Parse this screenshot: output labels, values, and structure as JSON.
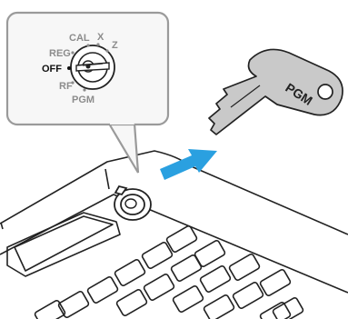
{
  "dial": {
    "labels": {
      "cal": "CAL",
      "x": "X",
      "z": "Z",
      "reg": "REG",
      "off": "OFF",
      "rf": "RF",
      "pgm": "PGM"
    },
    "selected_position": "OFF"
  },
  "key": {
    "label": "PGM"
  },
  "colors": {
    "arrow": "#2aa0e0",
    "callout_border": "#9a9a9a",
    "callout_fill": "#f7f7f7",
    "key_fill": "#c9c9c9",
    "outline": "#222222"
  },
  "icons": {
    "arrow": "insert-arrow",
    "key": "key-icon",
    "dial": "mode-dial-icon",
    "register": "cash-register-icon"
  }
}
